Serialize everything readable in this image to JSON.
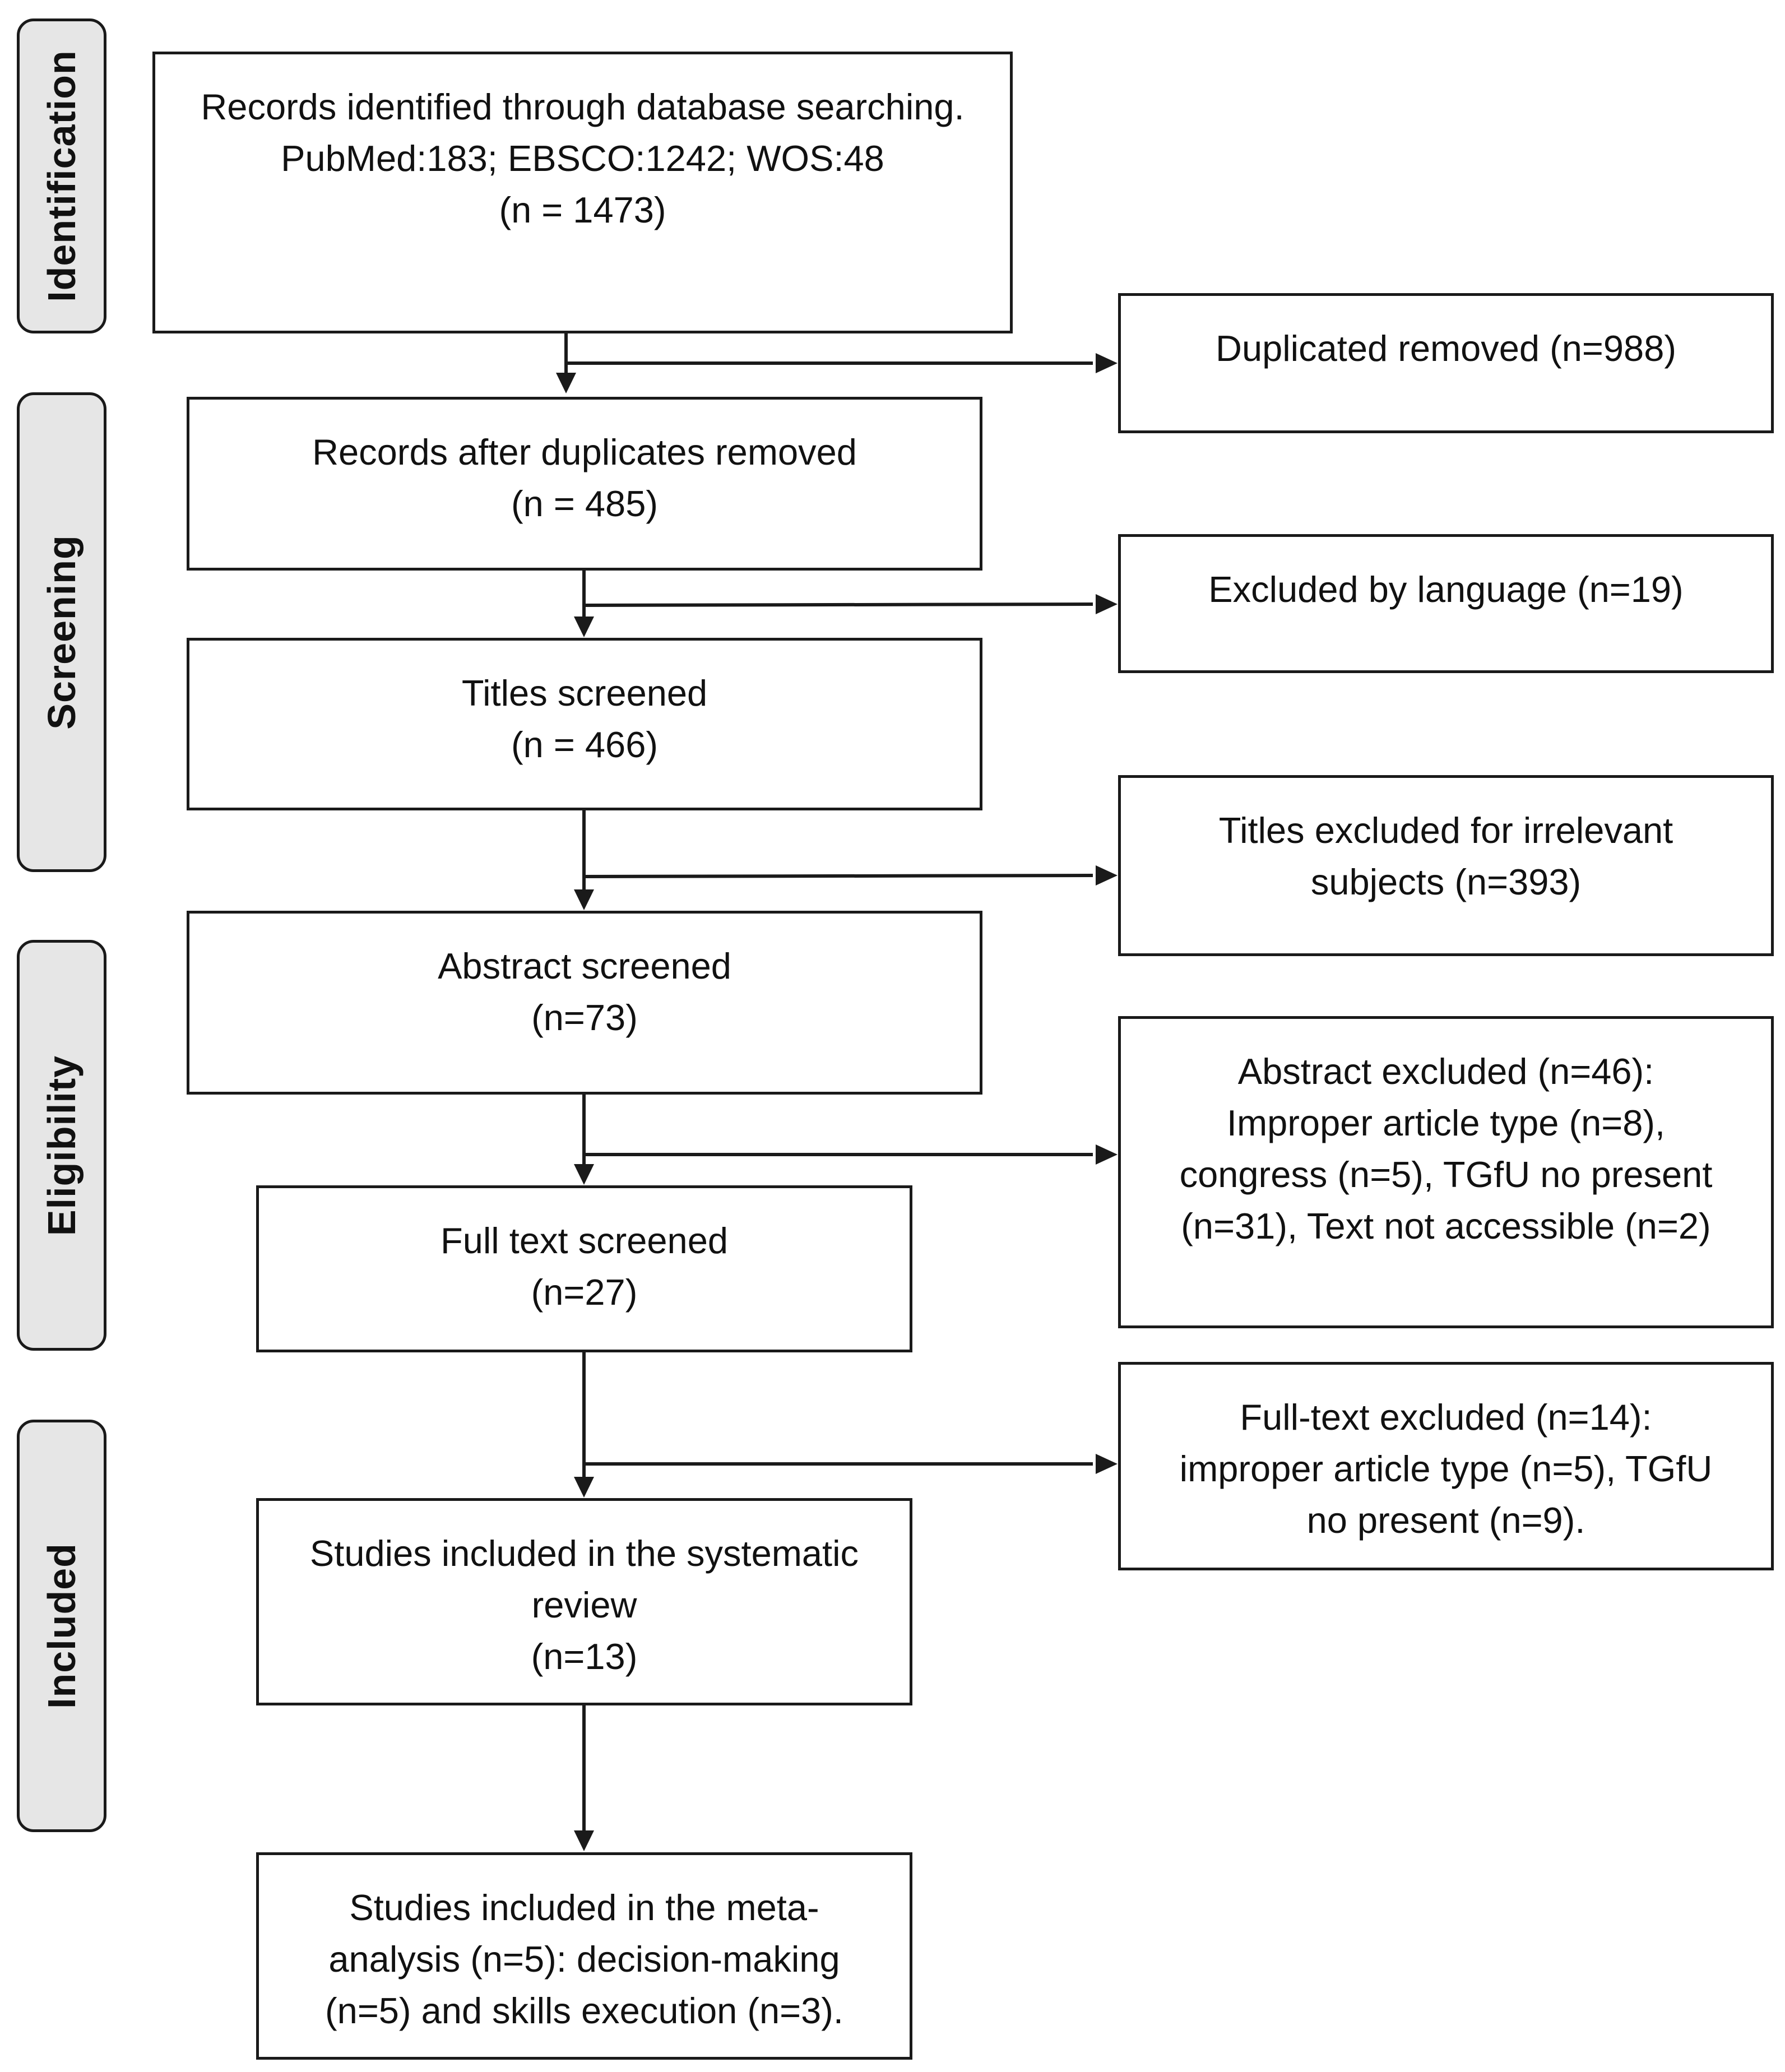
{
  "stages": {
    "identification": "Identification",
    "screening": "Screening",
    "eligibility": "Eligibility",
    "included": "Included"
  },
  "boxes": {
    "records_identified": [
      "Records identified through database searching.",
      "PubMed:183; EBSCO:1242; WOS:48",
      "(n = 1473)"
    ],
    "duplicated_removed": [
      "Duplicated removed (n=988)"
    ],
    "records_after_duplicates": [
      "Records after duplicates removed",
      "(n = 485)"
    ],
    "excluded_language": [
      "Excluded by language (n=19)"
    ],
    "titles_screened": [
      "Titles screened",
      "(n = 466)"
    ],
    "titles_excluded": [
      "Titles excluded for irrelevant",
      "subjects (n=393)"
    ],
    "abstract_screened": [
      "Abstract screened",
      "(n=73)"
    ],
    "abstract_excluded": [
      "Abstract excluded (n=46):",
      "Improper article type (n=8),",
      "congress (n=5), TGfU no present",
      "(n=31), Text not accessible (n=2)"
    ],
    "full_text_screened": [
      "Full text screened",
      "(n=27)"
    ],
    "full_text_excluded": [
      "Full-text excluded (n=14):",
      "improper article type (n=5), TGfU",
      "no present (n=9)."
    ],
    "systematic_review": [
      "Studies included in the systematic",
      "review",
      "(n=13)"
    ],
    "meta_analysis": [
      "Studies included in the meta-",
      "analysis (n=5): decision-making",
      "(n=5) and skills execution (n=3)."
    ]
  },
  "colors": {
    "stage_fill": "#e6e6e6",
    "stroke": "#1a1a1a",
    "box_fill": "#ffffff"
  }
}
